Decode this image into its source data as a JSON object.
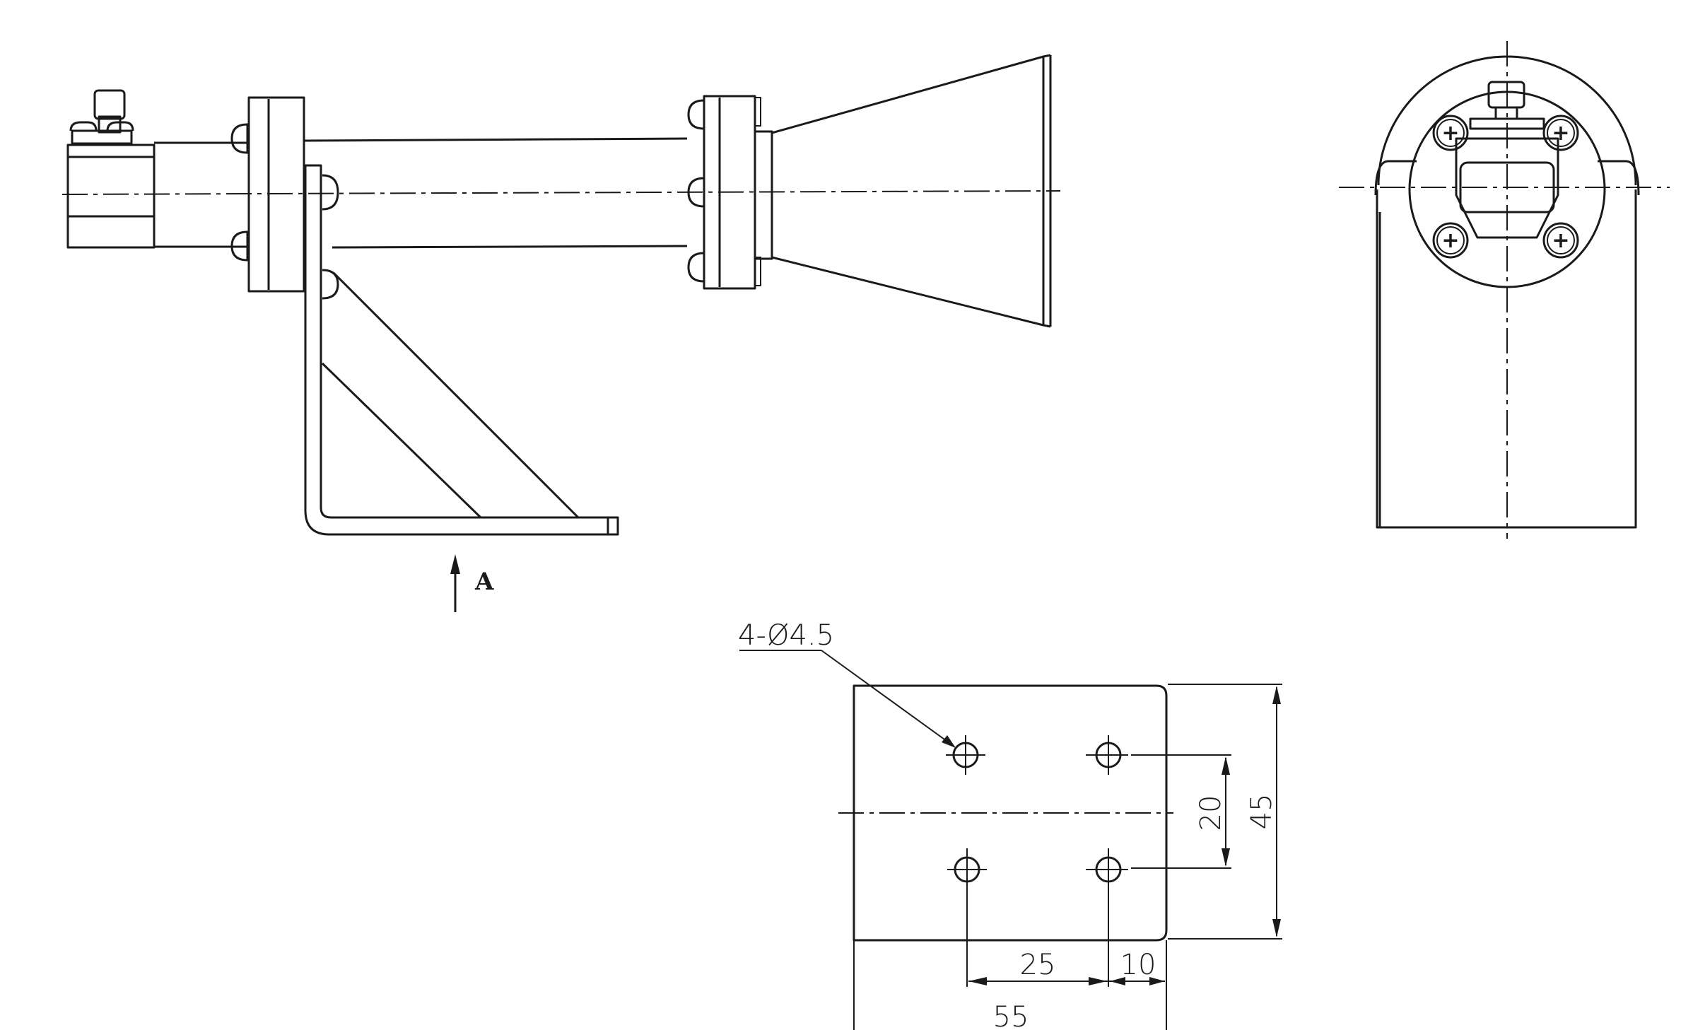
{
  "drawing": {
    "type": "engineering-drawing",
    "subject": "horn antenna with waveguide coax adapter and L-bracket mount",
    "colors": {
      "line": "#1a1a1a",
      "background": "#ffffff"
    }
  },
  "views": {
    "side": {
      "name": "side-view"
    },
    "end": {
      "name": "end-view"
    },
    "bottom": {
      "name": "view-a-bracket-plate"
    }
  },
  "labels": {
    "view_arrow": "A",
    "hole_callout": "4-Ø4.5"
  },
  "dimensions": {
    "hole_spacing_vertical": "20",
    "plate_height": "45",
    "hole_spacing_horizontal": "25",
    "hole_edge_offset": "10",
    "plate_width": "55"
  }
}
